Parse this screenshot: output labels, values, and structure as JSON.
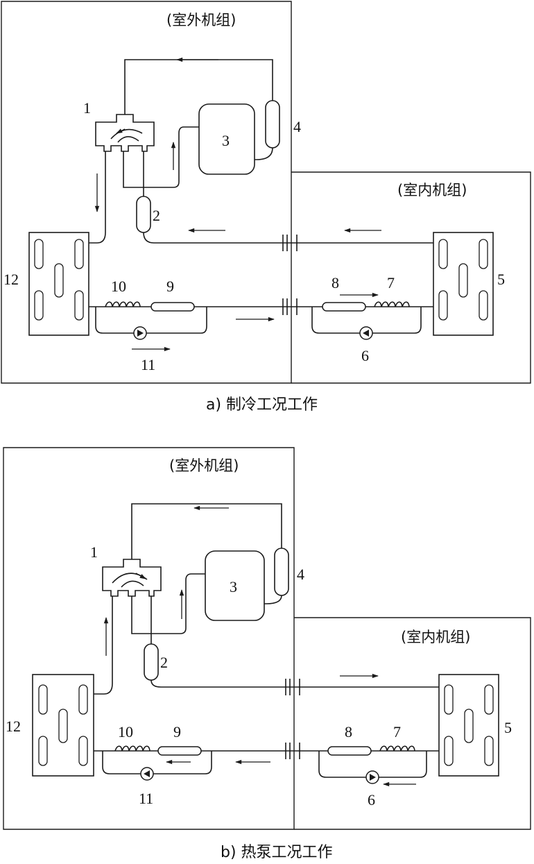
{
  "diagram_a": {
    "caption": "a) 制冷工况工作",
    "outdoor_label": "(室外机组)",
    "indoor_label": "(室内机组)",
    "labels": {
      "n1": "1",
      "n2": "2",
      "n3": "3",
      "n4": "4",
      "n5": "5",
      "n6": "6",
      "n7": "7",
      "n8": "8",
      "n9": "9",
      "n10": "10",
      "n11": "11",
      "n12": "12"
    }
  },
  "diagram_b": {
    "caption": "b) 热泵工况工作",
    "outdoor_label": "(室外机组)",
    "indoor_label": "(室内机组)",
    "labels": {
      "n1": "1",
      "n2": "2",
      "n3": "3",
      "n4": "4",
      "n5": "5",
      "n6": "6",
      "n7": "7",
      "n8": "8",
      "n9": "9",
      "n10": "10",
      "n11": "11",
      "n12": "12"
    }
  }
}
